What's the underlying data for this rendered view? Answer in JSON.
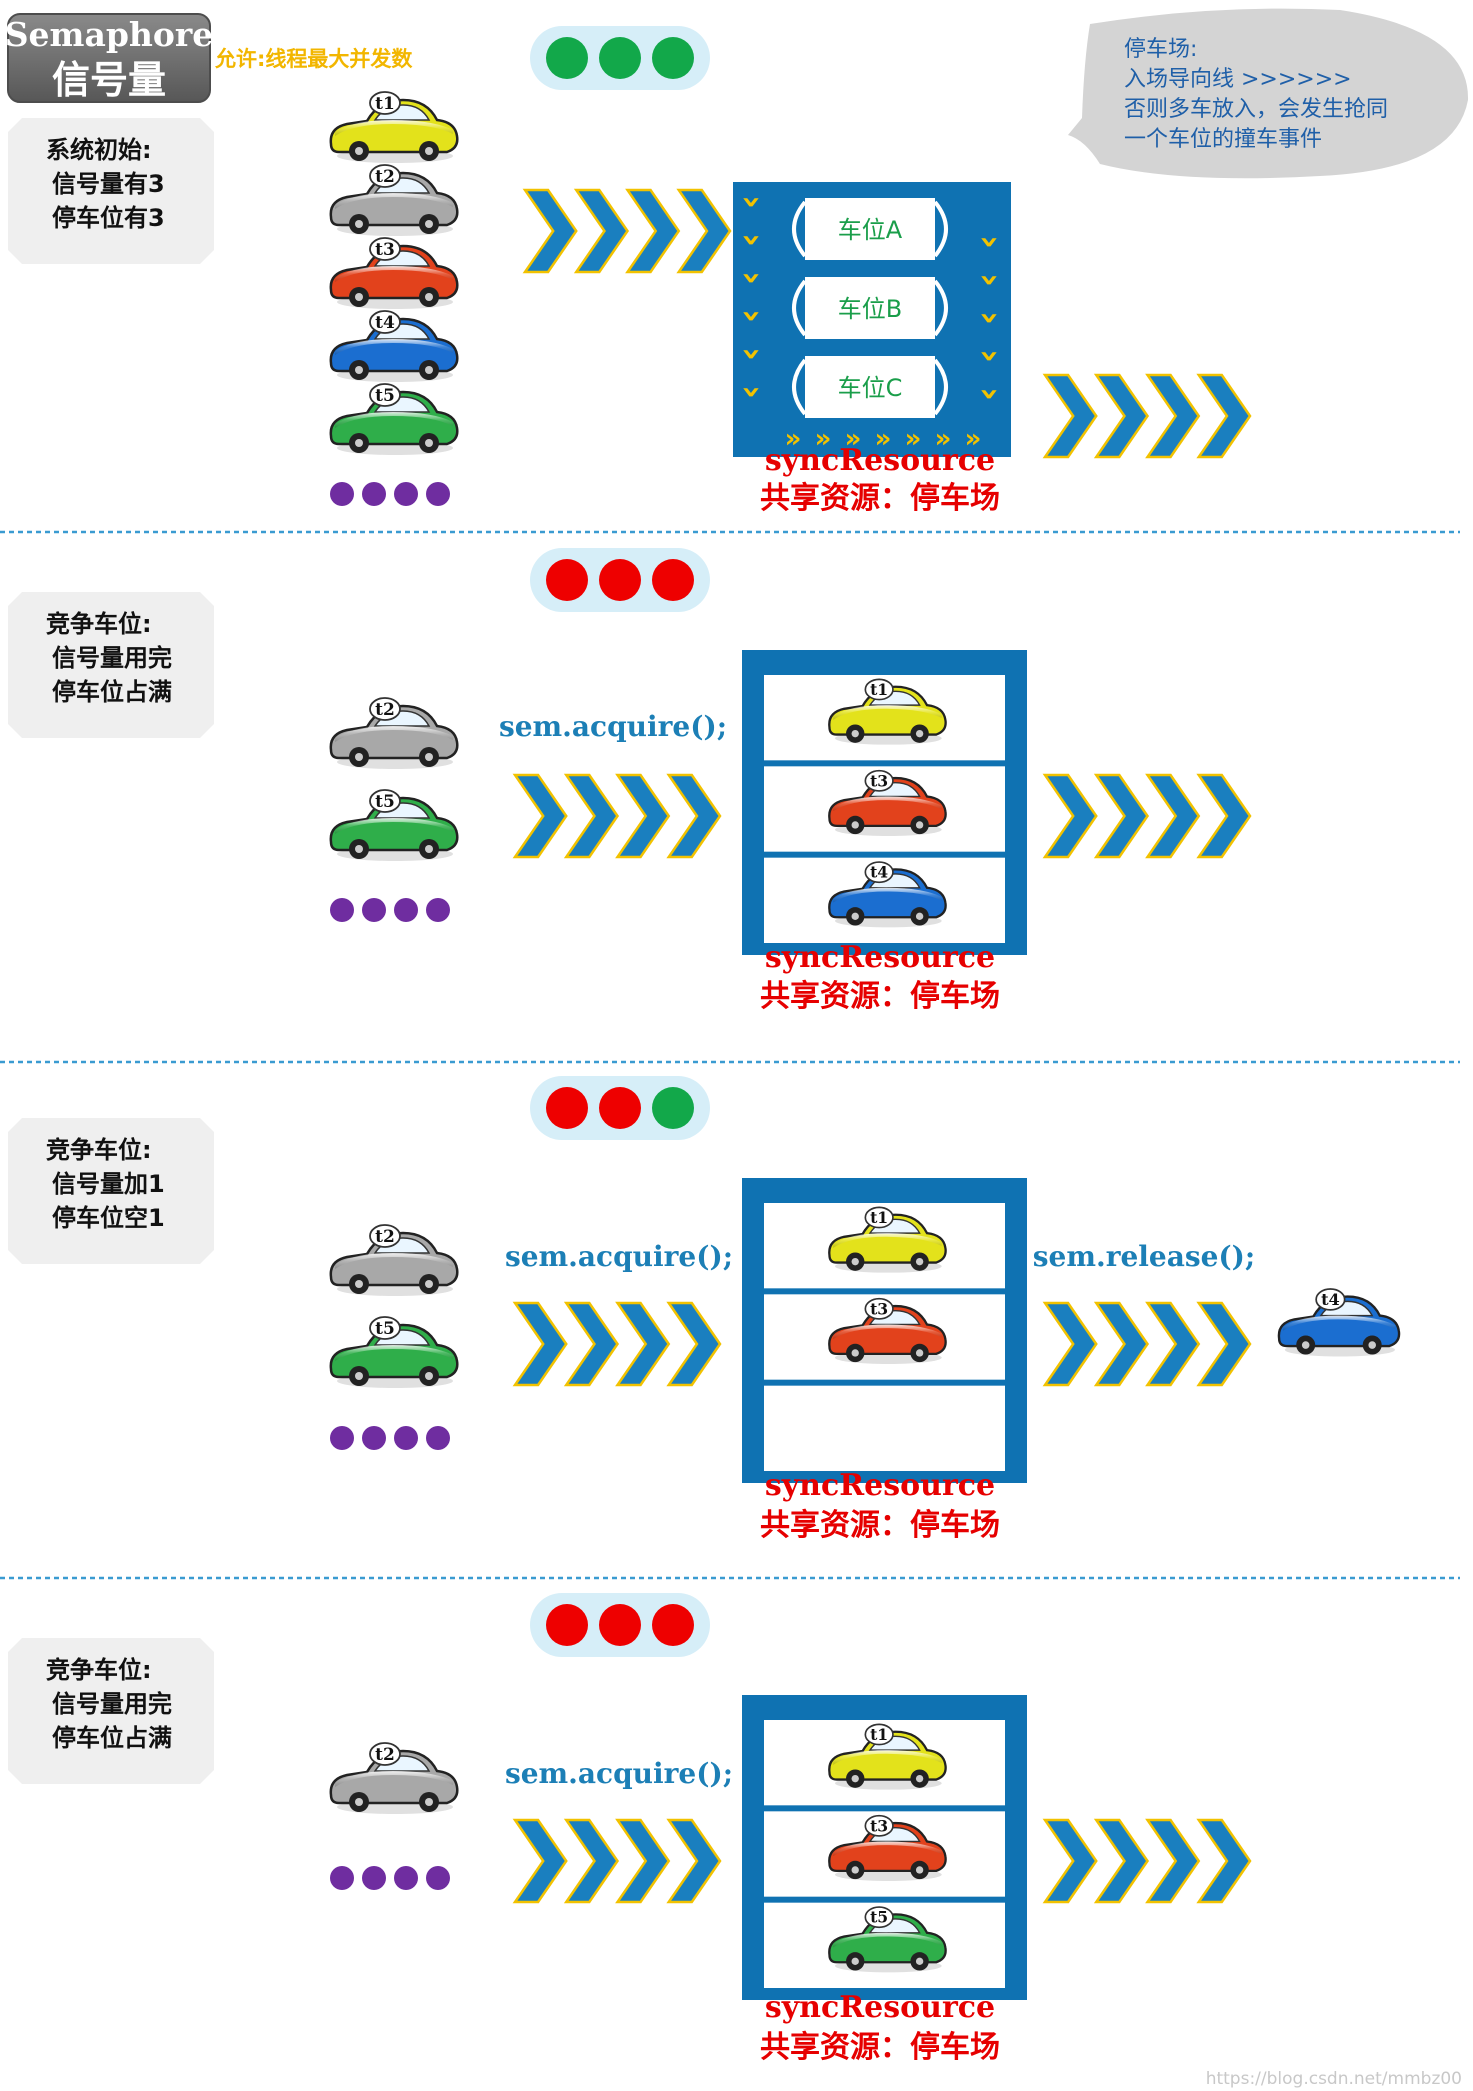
{
  "header": {
    "title_en": "Semaphore",
    "title_cn": "信号量",
    "allow_label": "允许:线程最大并发数"
  },
  "note_bubble": {
    "lines": [
      "停车场:",
      "入场导向线 >>>>>>",
      "否则多车放入，会发生抢同",
      "一个车位的撞车事件"
    ]
  },
  "colors": {
    "light_green": "#12a84a",
    "light_red": "#ee0000",
    "light_housing": "#d6eef8",
    "lot_blue": "#0f72b2",
    "chevron_blue": "#1a7fbf",
    "chevron_edge": "#f2c200",
    "label_red": "#e60000",
    "code_blue": "#1c7fb6",
    "dot_purple": "#6f2da0",
    "divider": "#3a9bd1",
    "car_t1": "#e3e21b",
    "car_t2": "#a8a8a8",
    "car_t3": "#e2421c",
    "car_t4": "#1b6ed0",
    "car_t5": "#2fae4a"
  },
  "sections": [
    {
      "id": "init",
      "status_lines": [
        "系统初始:",
        "信号量有3",
        "停车位有3"
      ],
      "lights": [
        "green",
        "green",
        "green"
      ],
      "queue": [
        "t1",
        "t2",
        "t3",
        "t4",
        "t5"
      ],
      "slots_mode": "labels",
      "slot_labels": [
        "车位A",
        "车位B",
        "车位C"
      ],
      "resource_label": "syncResource",
      "resource_desc": "共享资源：停车场"
    },
    {
      "id": "full-1",
      "status_lines": [
        "竞争车位:",
        "信号量用完",
        "停车位占满"
      ],
      "lights": [
        "red",
        "red",
        "red"
      ],
      "queue": [
        "t2",
        "t5"
      ],
      "code_in": "sem.acquire();",
      "slots_mode": "cars",
      "slot_cars": [
        "t1",
        "t3",
        "t4"
      ],
      "resource_label": "syncResource",
      "resource_desc": "共享资源：停车场"
    },
    {
      "id": "release",
      "status_lines": [
        "竞争车位:",
        "信号量加1",
        "停车位空1"
      ],
      "lights": [
        "red",
        "red",
        "green"
      ],
      "queue": [
        "t2",
        "t5"
      ],
      "code_in": "sem.acquire();",
      "code_out": "sem.release();",
      "slots_mode": "cars",
      "slot_cars": [
        "t1",
        "t3",
        ""
      ],
      "exiting_car": "t4",
      "resource_label": "syncResource",
      "resource_desc": "共享资源：停车场"
    },
    {
      "id": "full-2",
      "status_lines": [
        "竞争车位:",
        "信号量用完",
        "停车位占满"
      ],
      "lights": [
        "red",
        "red",
        "red"
      ],
      "queue": [
        "t2"
      ],
      "code_in": "sem.acquire();",
      "slots_mode": "cars",
      "slot_cars": [
        "t1",
        "t3",
        "t5"
      ],
      "resource_label": "syncResource",
      "resource_desc": "共享资源：停车场"
    }
  ],
  "watermark": "https://blog.csdn.net/mmbz00"
}
